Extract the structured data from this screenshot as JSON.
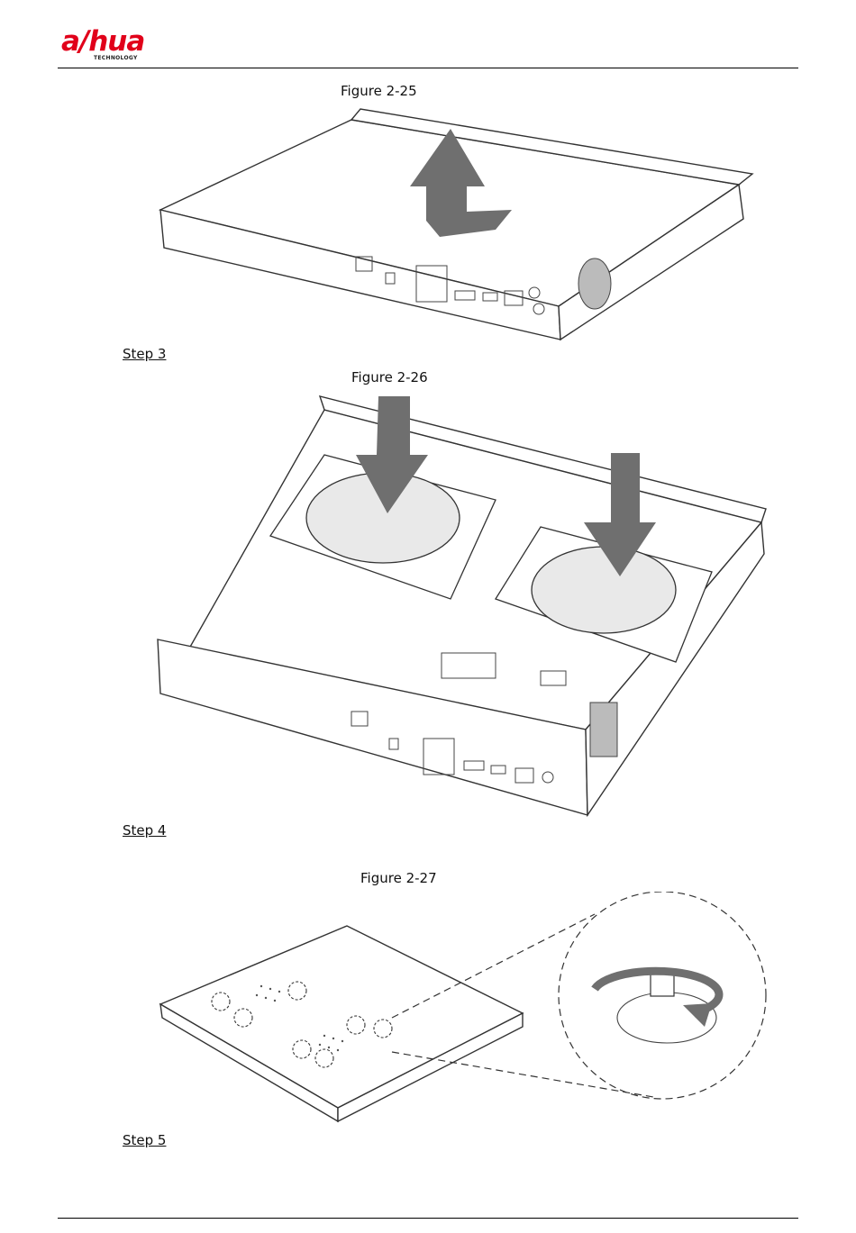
{
  "header": {
    "logo_text": "a/hua",
    "logo_sub": "TECHNOLOGY"
  },
  "figures": [
    {
      "caption": "Figure 2-25"
    },
    {
      "caption": "Figure 2-26"
    },
    {
      "caption": "Figure 2-27"
    }
  ],
  "steps": [
    "Step 3",
    "Step 4",
    "Step 5"
  ],
  "colors": {
    "brand": "#e1001a",
    "arrow": "#6f6f6f",
    "line": "#333333"
  }
}
